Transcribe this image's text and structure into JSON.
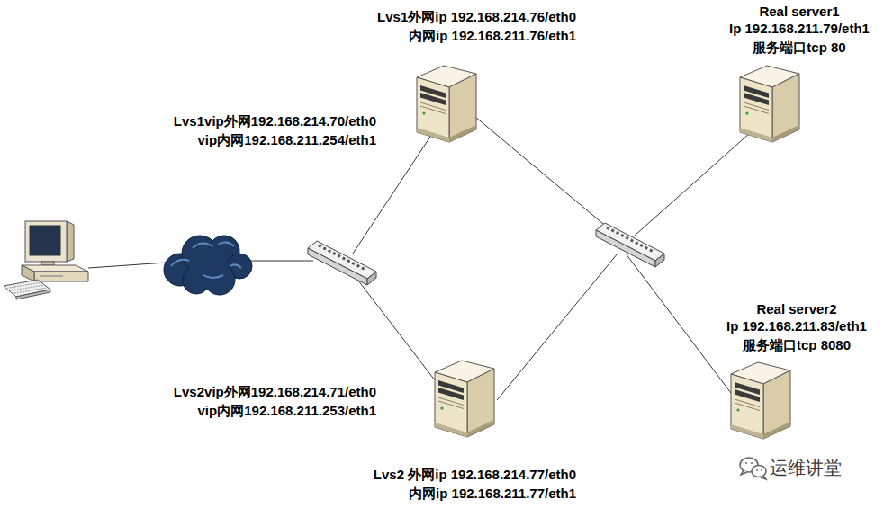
{
  "diagram": {
    "nodes": [
      {
        "text": [
          "Lvs1外网ip 192.168.214.76/eth0 内网ip 192.168.211.76/eth1",
          "Lvs1vip外网192.168.214.70/eth0 vip内网192.168.211.254/eth1"
        ]
      },
      {
        "text": [
          "Real server1",
          "Ip 192.168.211.79/eth1 服务端口tcp 80"
        ]
      },
      {
        "text": [
          "Real server2",
          "Ip 192.168.211.83/eth1 服务端口tcp 8080"
        ]
      },
      {
        "text": [
          "Lvs2vip外网192.168.214.71/eth0 vip内网192.168.211.253/eth1",
          "Lvs2 外网ip 192.168.214.77/eth0 内网ip 192.168.211.77/eth1"
        ]
      }
    ],
    "labels": [
      "运维讲堂"
    ]
  }
}
